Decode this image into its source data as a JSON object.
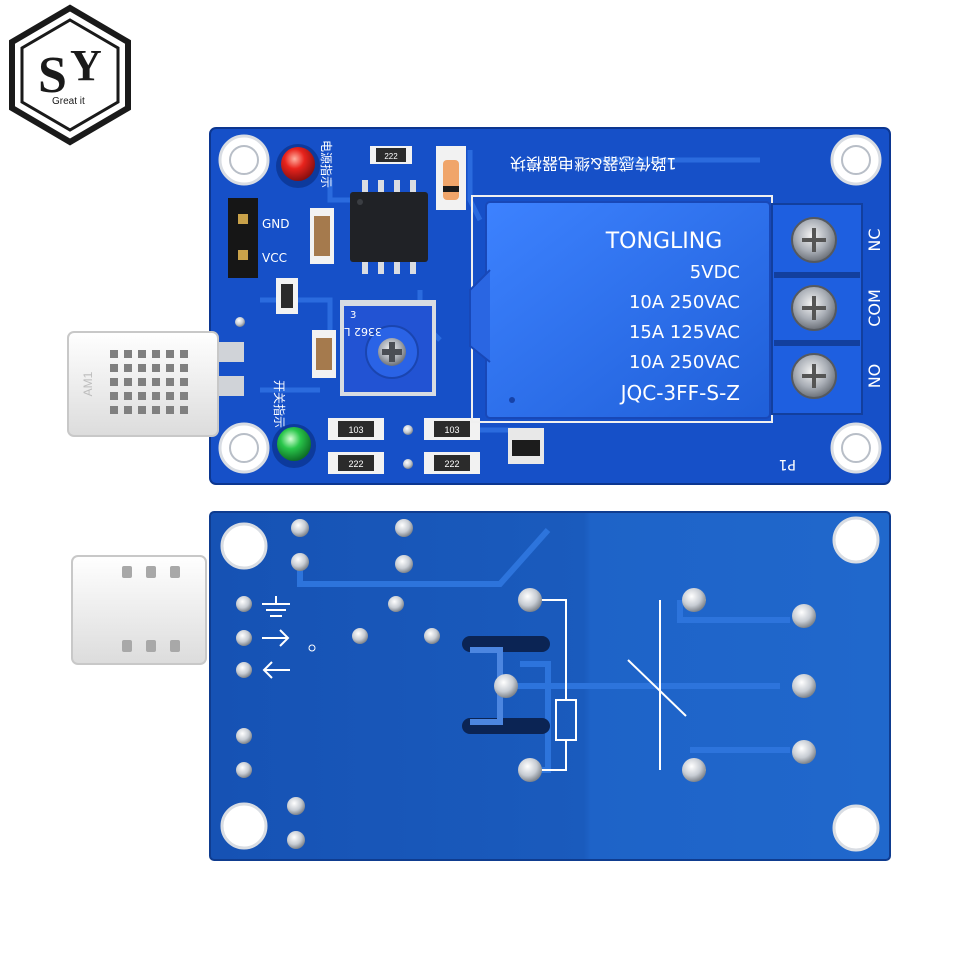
{
  "brand": {
    "logo_letters": "SY",
    "tagline": "Great it"
  },
  "front_board": {
    "title_cn": "1路传感器&继电器模块",
    "power_led_label": "电源指示",
    "switch_led_label": "开关指示",
    "pin_gnd": "GND",
    "pin_vcc": "VCC",
    "resistor_labels": [
      "103",
      "103",
      "222",
      "222"
    ],
    "smd_top_label": "222",
    "pot_label": "3362 L",
    "pot_label_left": "3",
    "board_ref": "P1",
    "sensor_mark": "AM1",
    "terminal_labels": [
      "NC",
      "COM",
      "NO"
    ],
    "relay": {
      "brand": "TONGLING",
      "voltage": "5VDC",
      "rating_1": "10A 250VAC",
      "rating_2": "15A 125VAC",
      "rating_3": "10A 250VAC",
      "model": "JQC-3FF-S-Z"
    }
  },
  "colors": {
    "pcb_blue": "#1650c8",
    "pcb_dark": "#0f3ea8",
    "relay_blue": "#2a6ff0",
    "terminal_blue": "#1e5fe0",
    "led_red": "#e8231c",
    "led_green": "#29c64a",
    "back_blue": "#1a5ab8"
  }
}
